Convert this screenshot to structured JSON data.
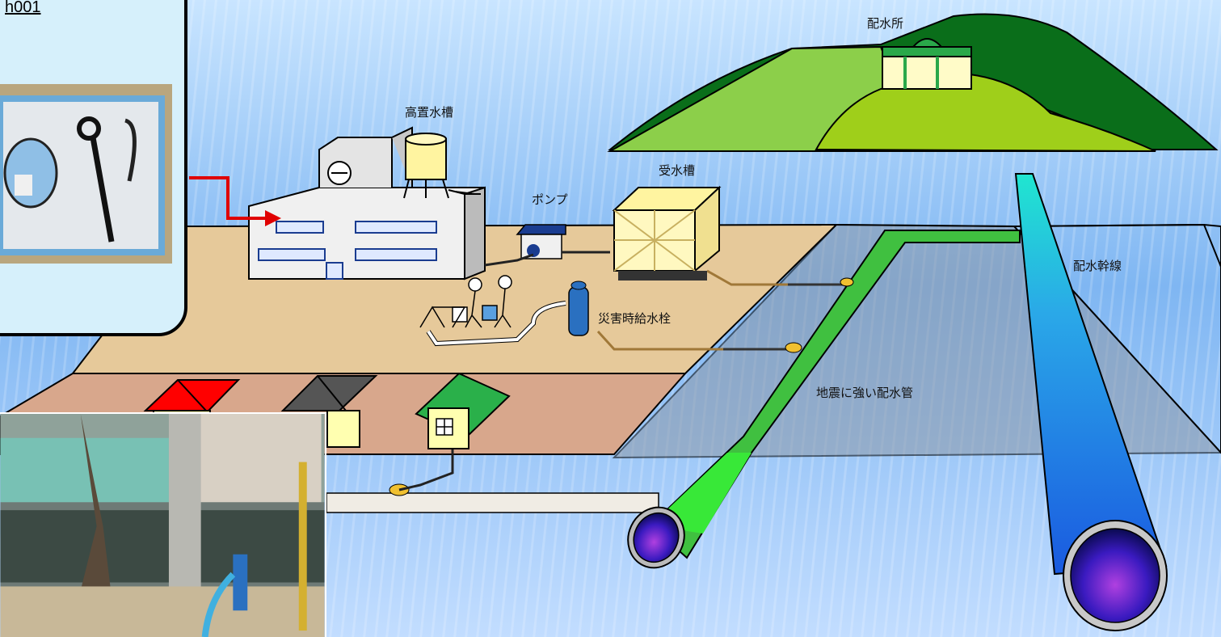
{
  "labels": {
    "reservoir": "配水所",
    "elevated_tank": "高置水槽",
    "receiving_tank": "受水槽",
    "pump": "ポンプ",
    "main_line": "配水幹線",
    "disaster_hydrant": "災害時給水栓",
    "quake_pipe": "地震に強い配水管"
  },
  "inset": {
    "title": "h001"
  },
  "colors": {
    "sky": "#7fb3f5",
    "plateau_dark": "#0a6e1a",
    "plateau_mid": "#8ccf4a",
    "plateau_light": "#9fcf1a",
    "school_ground": "#e6c99a",
    "house_row": "#d8a78c",
    "water_zone": "#8c98a8",
    "green_pipe": "#40c040",
    "blue_pipe": "#2a8ce0",
    "cyan_pipe": "#1fd6c8",
    "tank_yellow": "#fff4a0",
    "arrow_red": "#e00000"
  }
}
